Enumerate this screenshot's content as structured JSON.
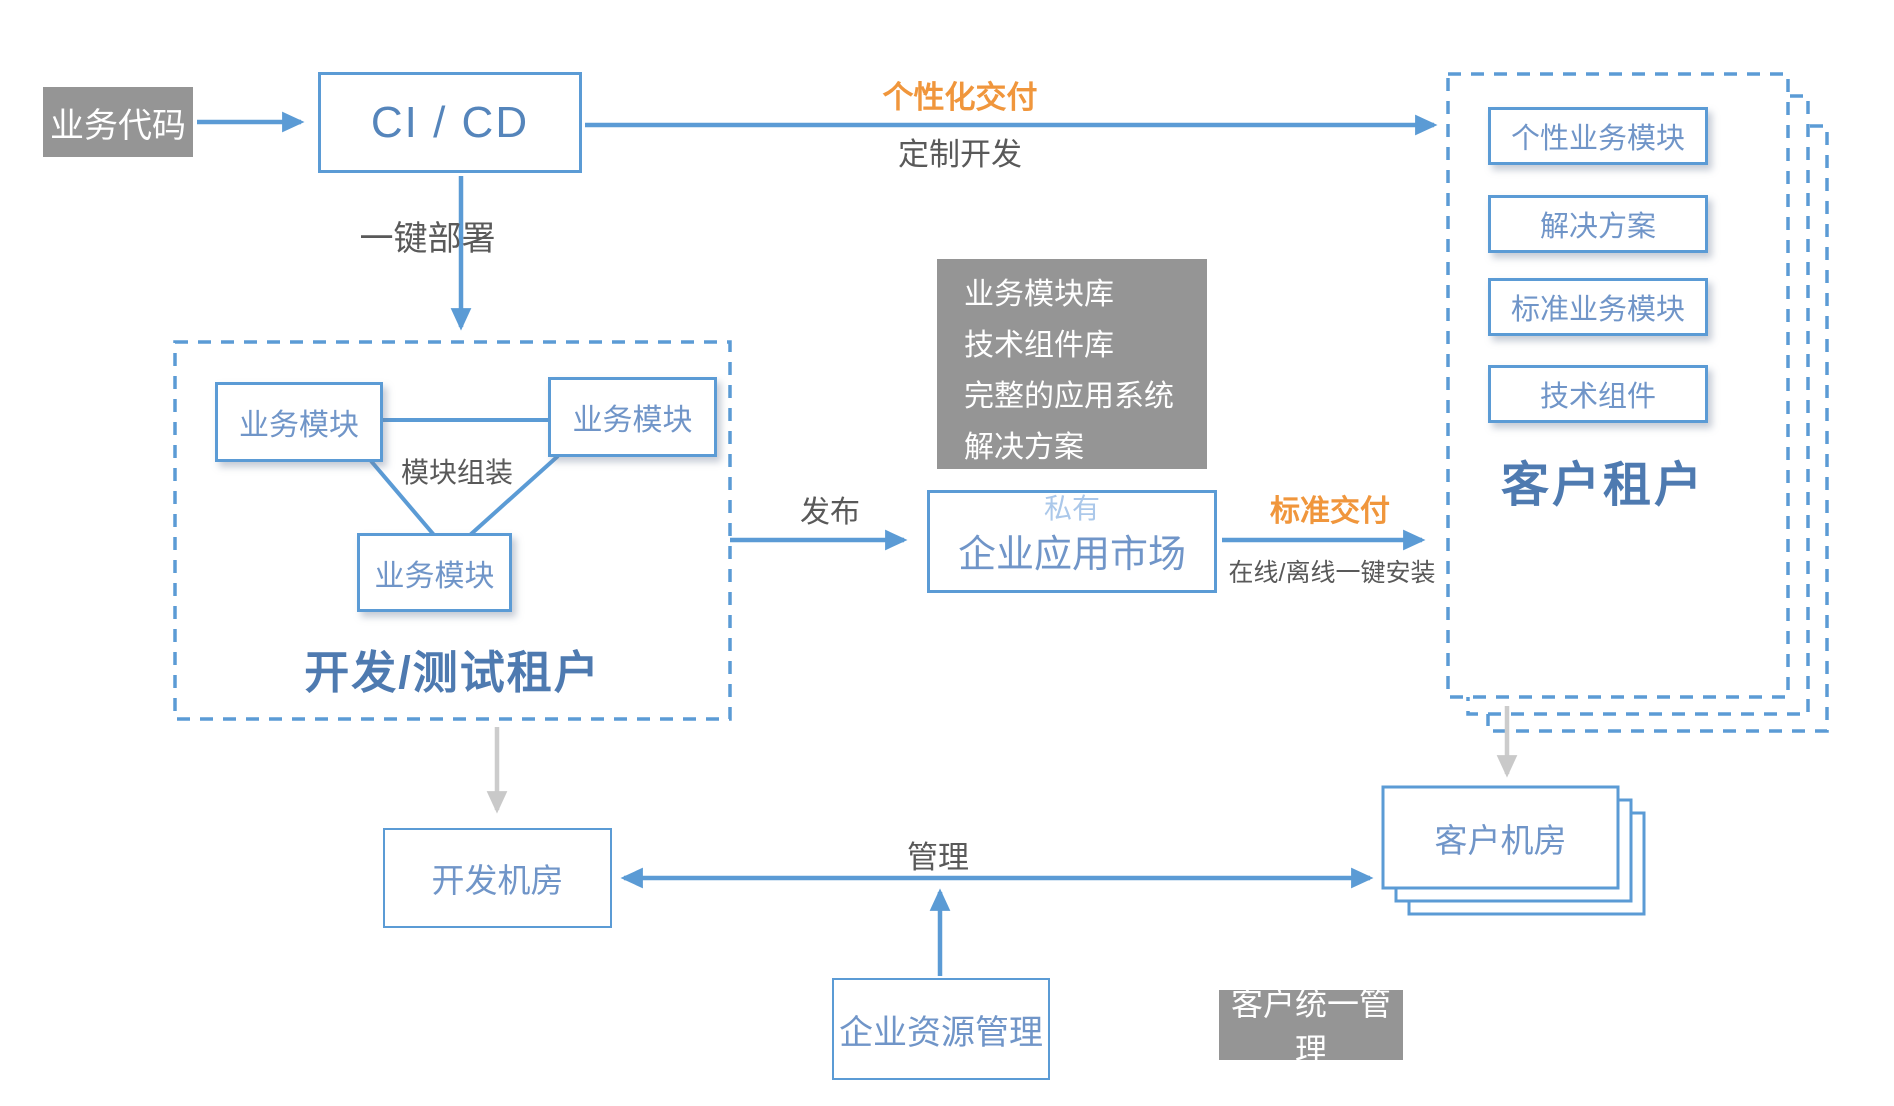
{
  "diagram": {
    "business_code": "业务代码",
    "cicd": "CI / CD",
    "arrows": {
      "deploy": "一键部署",
      "personalized": "个性化交付",
      "custom_dev": "定制开发",
      "publish": "发布",
      "standard": "标准交付",
      "install": "在线/离线一键安装",
      "manage": "管理"
    },
    "dev_tenant": {
      "title": "开发/测试租户",
      "assembly": "模块组装",
      "modules": [
        "业务模块",
        "业务模块",
        "业务模块"
      ]
    },
    "repository": {
      "lines": [
        "业务模块库",
        "技术组件库",
        "完整的应用系统",
        "解决方案"
      ]
    },
    "market": {
      "tag": "私有",
      "name": "企业应用市场"
    },
    "customer_tenant": {
      "title": "客户租户",
      "items": [
        "个性业务模块",
        "解决方案",
        "标准业务模块",
        "技术组件"
      ]
    },
    "rooms": {
      "dev": "开发机房",
      "customer": "客户机房"
    },
    "management": {
      "resource": "企业资源管理",
      "unified": "客户统一管理"
    }
  },
  "colors": {
    "blue_border": "#5b9bd5",
    "blue_text": "#7095c8",
    "blue_title": "#4e7ab0",
    "orange_accent": "#f0963c",
    "gray_text": "#595959",
    "gray_fill": "#959595",
    "light_gray_arrow": "#c9c9c9",
    "light_blue_tag": "#abc8ea"
  }
}
